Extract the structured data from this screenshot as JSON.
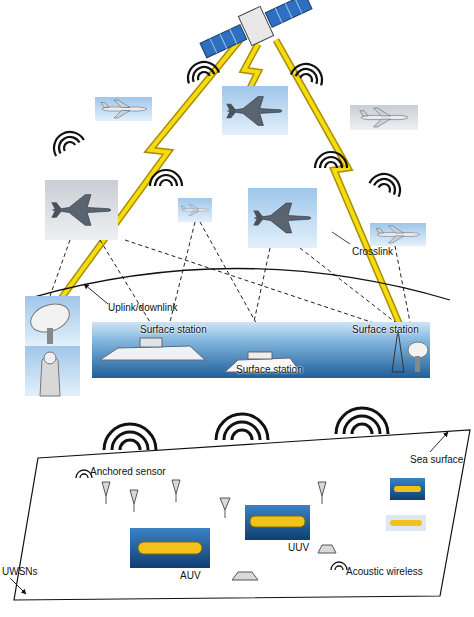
{
  "diagram": {
    "labels": [
      "Crosslink",
      "Uplink/downlink",
      "Surface station",
      "Surface station",
      "Surface station",
      "Sea surface",
      "Anchored sensor",
      "UUV",
      "AUV",
      "Acoustic wireless",
      "UWSNs"
    ]
  }
}
